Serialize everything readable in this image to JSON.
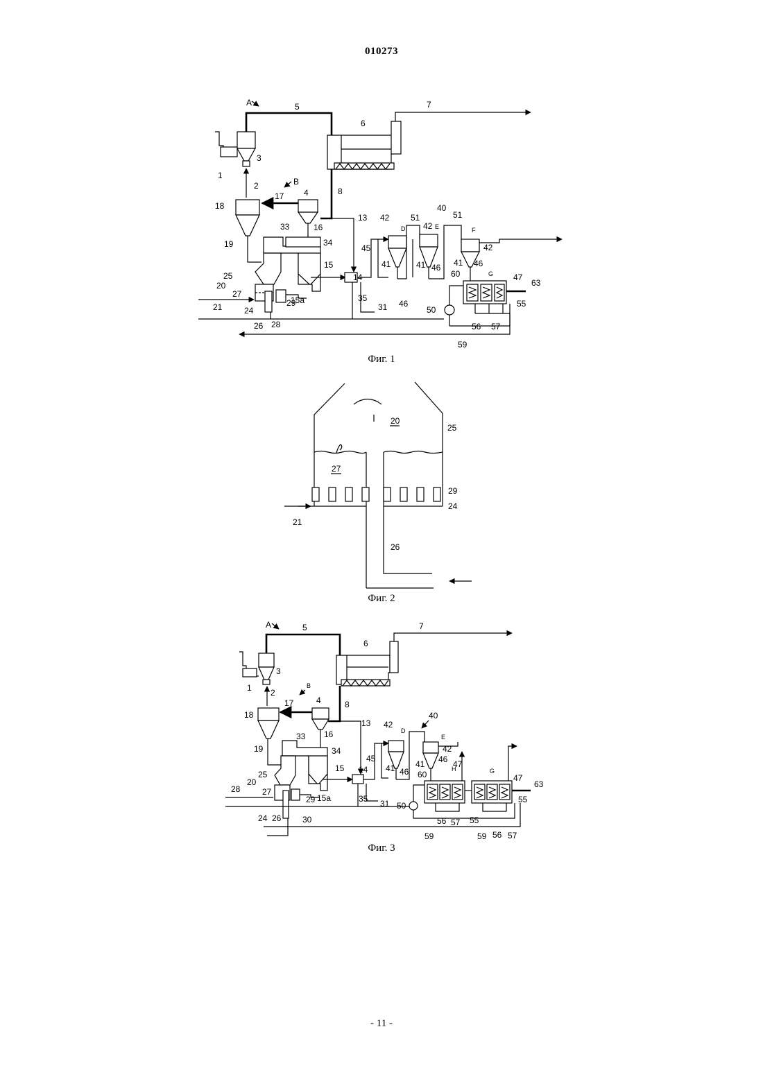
{
  "header": {
    "doc_number": "010273"
  },
  "figures": [
    {
      "caption": "Фиг. 1",
      "labels": {
        "l1": "1",
        "l2": "2",
        "l3": "3",
        "l4": "4",
        "l5": "5",
        "l6": "6",
        "l7": "7",
        "l8": "8",
        "l13": "13",
        "l14": "14",
        "l15": "15",
        "l15a": "15a",
        "l16": "16",
        "l17": "17",
        "l18": "18",
        "l19": "19",
        "l20": "20",
        "l21": "21",
        "l24": "24",
        "l25": "25",
        "l26": "26",
        "l27": "27",
        "l28": "28",
        "l29": "29",
        "l31": "31",
        "l33": "33",
        "l34": "34",
        "l35": "35",
        "l40": "40",
        "l41": "41",
        "l42": "42",
        "l45": "45",
        "l46": "46",
        "l47": "47",
        "l50": "50",
        "l51": "51",
        "l55": "55",
        "l56": "56",
        "l57": "57",
        "l59": "59",
        "l60": "60",
        "l63": "63",
        "lA": "A",
        "lB": "B",
        "lD": "D",
        "lE": "E",
        "lF": "F",
        "lG": "G"
      }
    },
    {
      "caption": "Фиг. 2",
      "labels": {
        "l20": "20",
        "l21": "21",
        "l24": "24",
        "l25": "25",
        "l26": "26",
        "l27": "27",
        "l29": "29"
      }
    },
    {
      "caption": "Фиг. 3",
      "labels": {
        "l1": "1",
        "l2": "2",
        "l3": "3",
        "l4": "4",
        "l5": "5",
        "l6": "6",
        "l7": "7",
        "l8": "8",
        "l13": "13",
        "l14": "14",
        "l15": "15",
        "l15a": "15a",
        "l16": "16",
        "l17": "17",
        "l18": "18",
        "l19": "19",
        "l20": "20",
        "l24": "24",
        "l25": "25",
        "l26": "26",
        "l27": "27",
        "l28": "28",
        "l29": "29",
        "l30": "30",
        "l31": "31",
        "l33": "33",
        "l34": "34",
        "l35": "35",
        "l40": "40",
        "l41": "41",
        "l42": "42",
        "l45": "45",
        "l46": "46",
        "l47": "47",
        "l50": "50",
        "l55": "55",
        "l56": "56",
        "l57": "57",
        "l59": "59",
        "l60": "60",
        "l63": "63",
        "lA": "A",
        "lB": "B",
        "lD": "D",
        "lE": "E",
        "lG": "G",
        "lH": "H"
      }
    }
  ],
  "footer": {
    "page_number": "- 11 -"
  }
}
